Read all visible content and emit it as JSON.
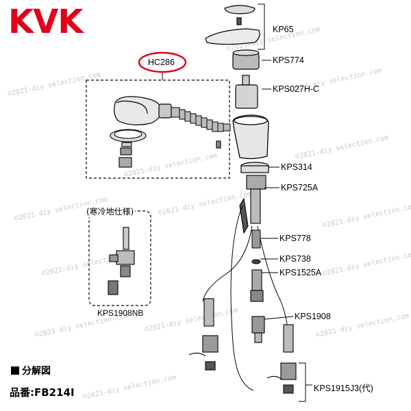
{
  "brand": {
    "logo_text": "KVK",
    "color": "#e2001a"
  },
  "watermark": "©2021-diy selection.com",
  "highlight": {
    "part": "HC286",
    "circle_color": "#e2001a"
  },
  "parts": {
    "kp65": "KP65",
    "kps774": "KPS774",
    "kps027hc": "KPS027H-C",
    "kps314": "KPS314",
    "kps725a": "KPS725A",
    "kps778": "KPS778",
    "kps738": "KPS738",
    "kps1525a": "KPS1525A",
    "kps1908": "KPS1908",
    "kps1915j3": "KPS1915J3(代)"
  },
  "cold_region": {
    "title": "(寒冷地仕様)",
    "part": "KPS1908NB"
  },
  "footer": {
    "heading": "分解図",
    "model": "品番:FB214I"
  }
}
